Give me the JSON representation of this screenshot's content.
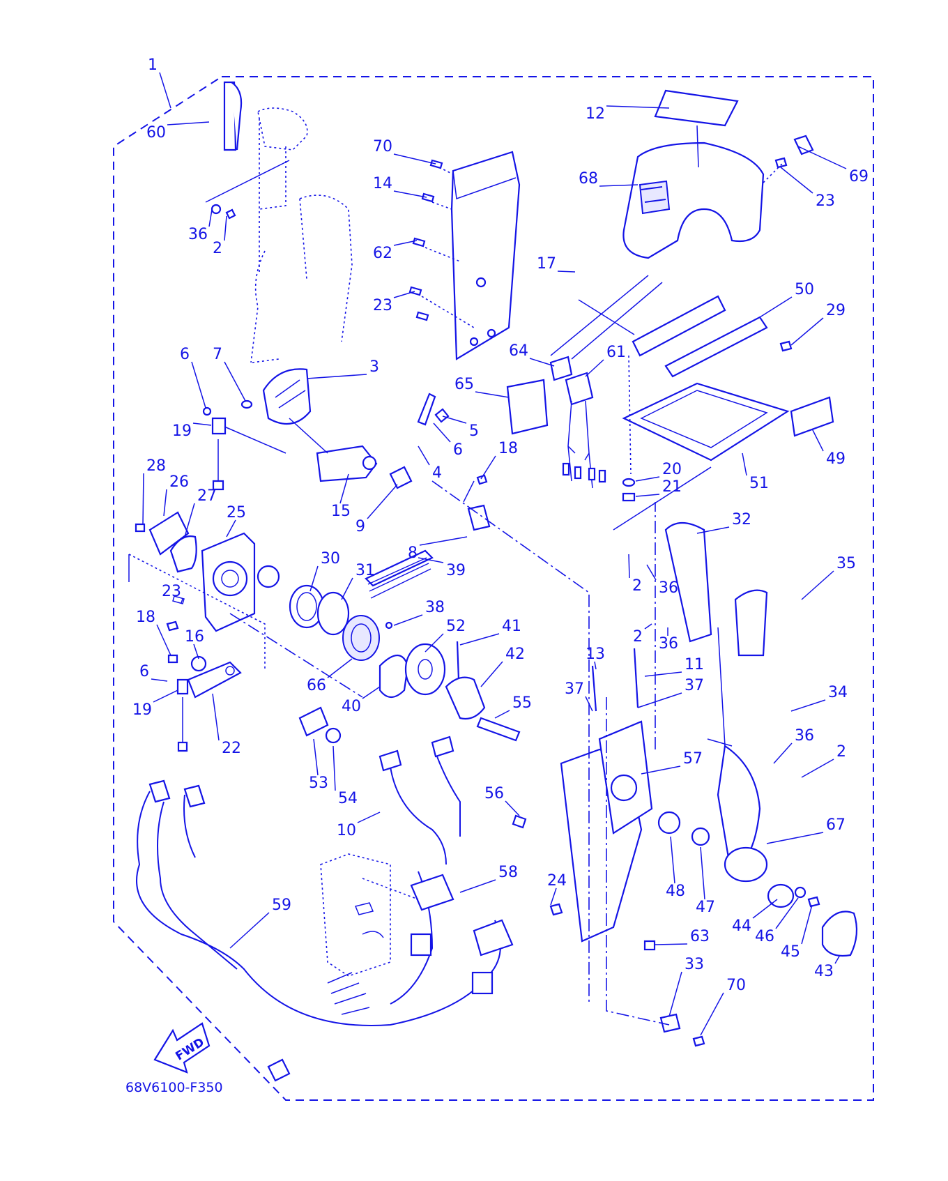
{
  "diagram": {
    "code": "68V6100-F350",
    "fwd_label": "FWD",
    "colors": {
      "ink": "#1414e6",
      "background": "#ffffff"
    },
    "callouts": [
      "1",
      "60",
      "36",
      "2",
      "70",
      "14",
      "62",
      "23",
      "12",
      "68",
      "69",
      "23",
      "17",
      "50",
      "29",
      "64",
      "61",
      "65",
      "3",
      "7",
      "6",
      "19",
      "5",
      "6",
      "18",
      "4",
      "15",
      "9",
      "28",
      "26",
      "27",
      "25",
      "20",
      "21",
      "51",
      "49",
      "8",
      "32",
      "35",
      "2",
      "36",
      "30",
      "31",
      "39",
      "23",
      "38",
      "52",
      "41",
      "18",
      "16",
      "2",
      "36",
      "11",
      "6",
      "66",
      "40",
      "42",
      "13",
      "37",
      "37",
      "34",
      "19",
      "22",
      "55",
      "53",
      "54",
      "36",
      "2",
      "57",
      "56",
      "10",
      "67",
      "48",
      "47",
      "58",
      "24",
      "59",
      "44",
      "46",
      "45",
      "43",
      "63",
      "33",
      "70"
    ]
  }
}
